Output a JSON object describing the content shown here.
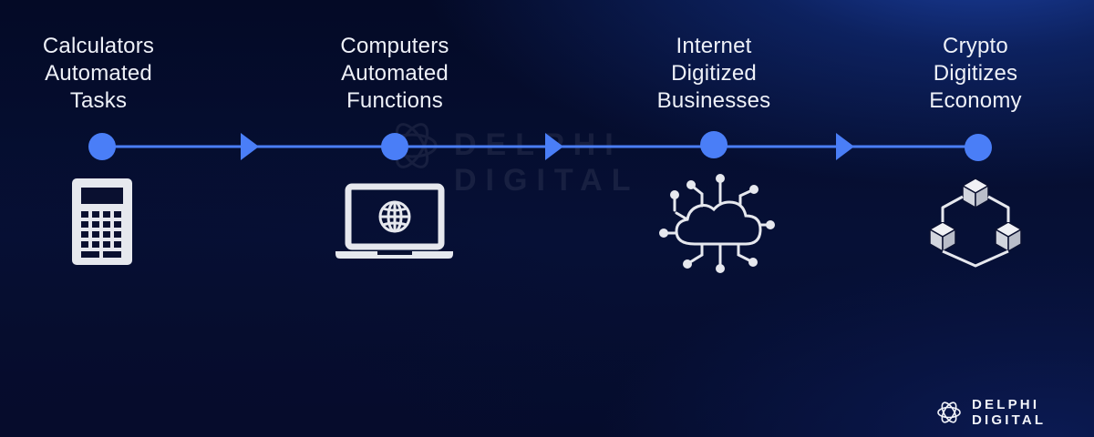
{
  "steps": [
    {
      "lines": [
        "Calculators",
        "Automated",
        "Tasks"
      ],
      "icon": "calculator-icon"
    },
    {
      "lines": [
        "Computers",
        "Automated",
        "Functions"
      ],
      "icon": "laptop-globe-icon"
    },
    {
      "lines": [
        "Internet",
        "Digitized",
        "Businesses"
      ],
      "icon": "cloud-network-icon"
    },
    {
      "lines": [
        "Crypto",
        "Digitizes",
        "Economy"
      ],
      "icon": "blockchain-cubes-icon"
    }
  ],
  "brand": {
    "name": "DELPHI DIGITAL",
    "icon": "delphi-logo-icon"
  },
  "watermark": {
    "text": "DELPHI DIGITAL"
  },
  "colors": {
    "node": "#4a7ef7",
    "line": "#4a7ef7",
    "icon": "#e6e8ee",
    "text": "#eef1f8"
  }
}
